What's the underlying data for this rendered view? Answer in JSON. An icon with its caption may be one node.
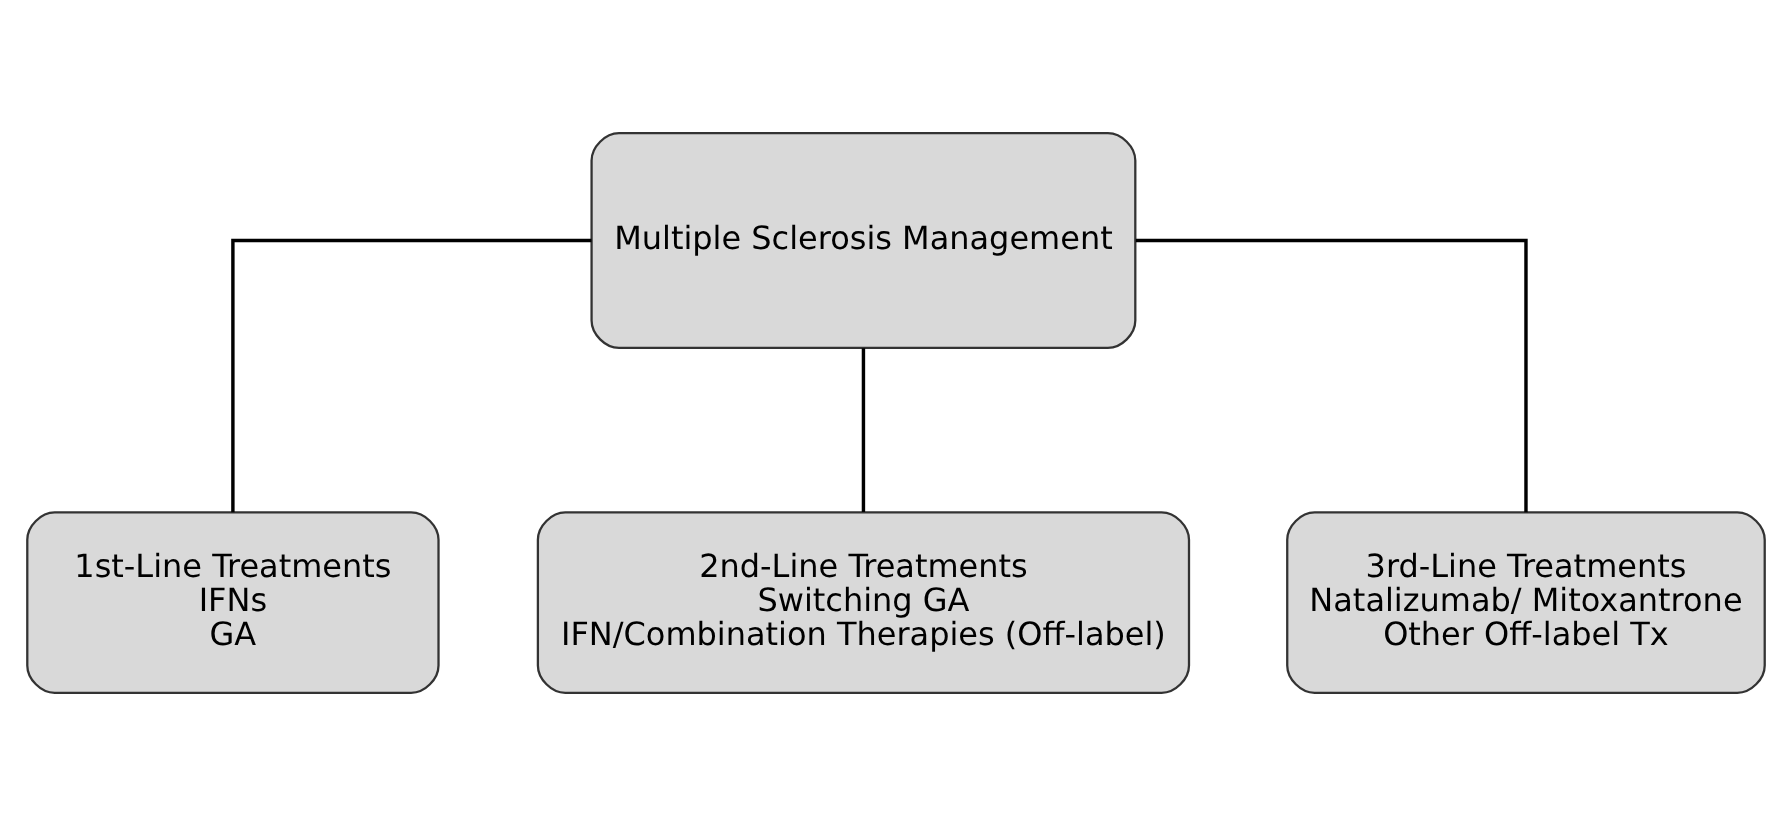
{
  "diagram": {
    "nodes": [
      {
        "text": [
          "Multiple Sclerosis Management"
        ]
      },
      {
        "text": [
          "1st-Line Treatments",
          "IFNs",
          "GA"
        ]
      },
      {
        "text": [
          "2nd-Line Treatments",
          "Switching GA",
          "IFN/Combination Therapies (Off-label)"
        ]
      },
      {
        "text": [
          "3rd-Line Treatments",
          "Natalizumab/ Mitoxantrone",
          "Other Off-label Tx"
        ]
      }
    ],
    "edges": [
      {
        "from": 0,
        "to": 1,
        "arrow": "none"
      },
      {
        "from": 0,
        "to": 2,
        "arrow": "none"
      },
      {
        "from": 0,
        "to": 3,
        "arrow": "none"
      }
    ]
  }
}
